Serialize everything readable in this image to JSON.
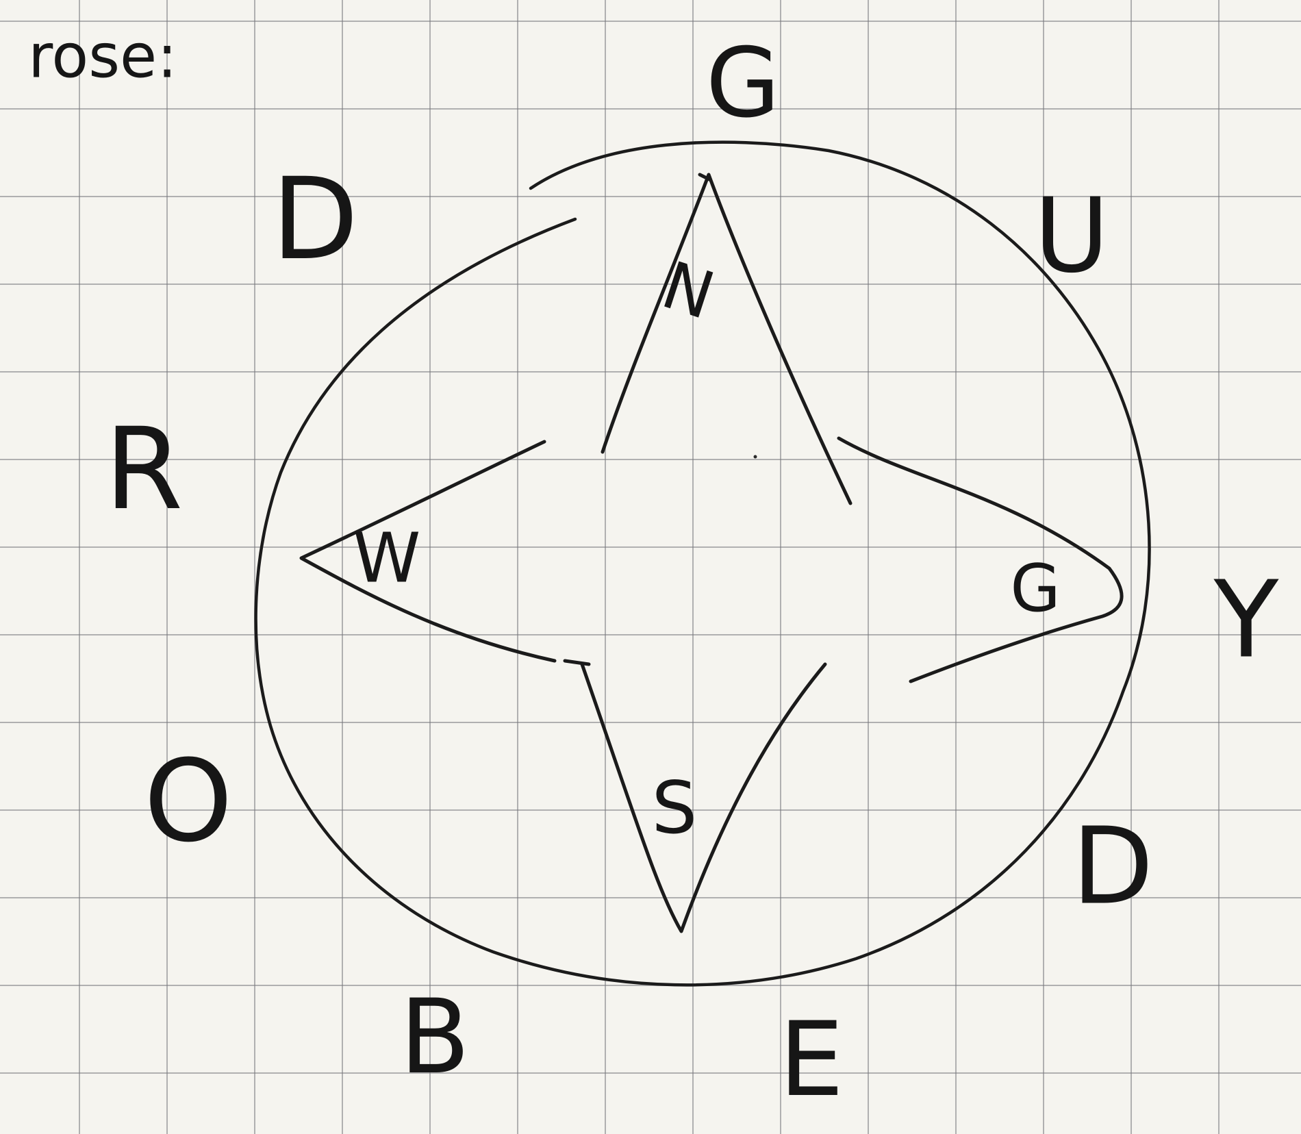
{
  "heading": {
    "fragment": "rose:"
  },
  "compass_rose": {
    "outer_letters": {
      "top": "G",
      "top_right": "U",
      "right": "Y",
      "bottom_right": "D",
      "bottom": "E",
      "bottom_left": "B",
      "left": "R",
      "top_left_upper": "D",
      "top_left_lower": "O"
    },
    "inner_letters": {
      "north_point": "N",
      "east_point": "G",
      "south_point": "S",
      "west_point": "W"
    }
  }
}
